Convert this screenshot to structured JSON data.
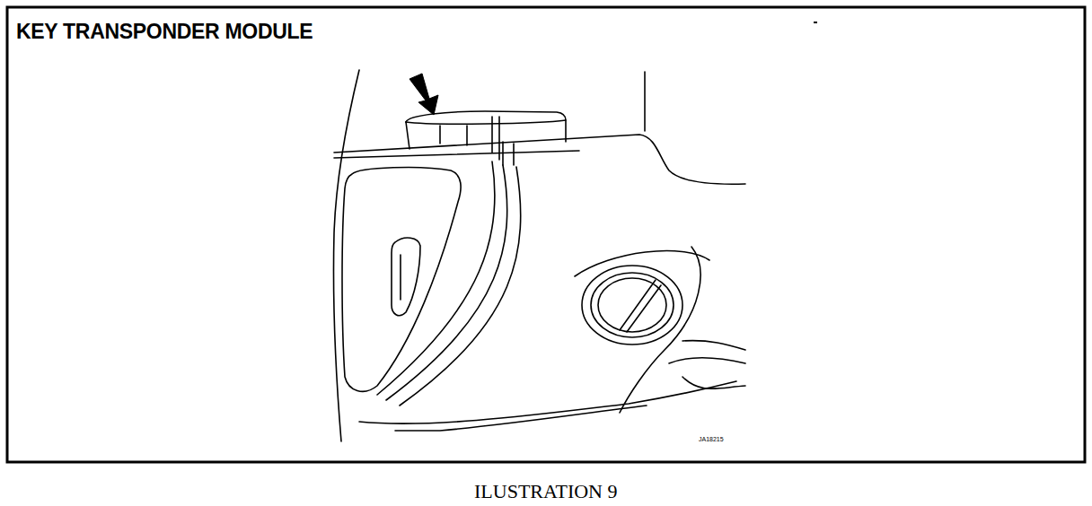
{
  "diagram": {
    "title": "KEY TRANSPONDER MODULE",
    "caption": "ILUSTRATION 9",
    "labels": [
      "JA18215"
    ]
  }
}
